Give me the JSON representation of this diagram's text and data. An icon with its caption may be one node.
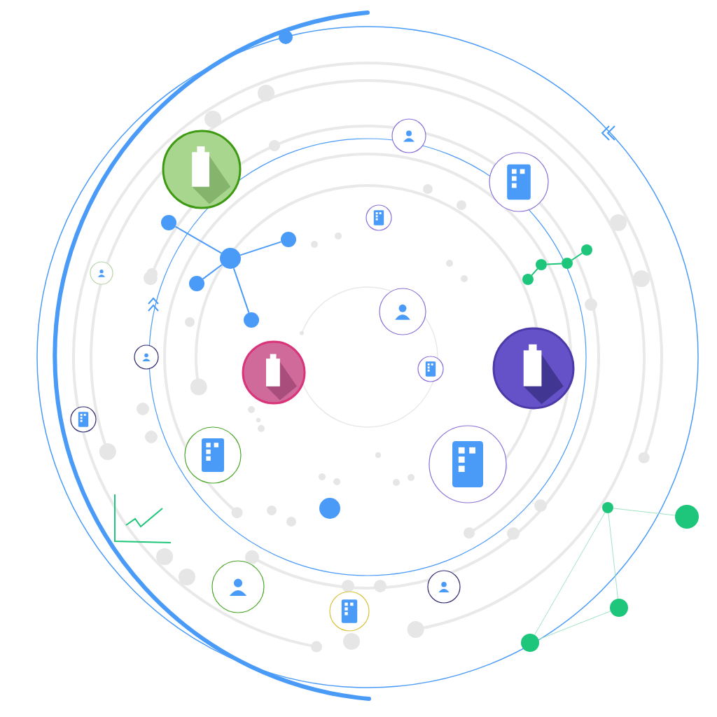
{
  "diagram": {
    "nodes": [
      {
        "text": [],
        "shape": "circle"
      },
      {
        "text": [],
        "shape": "circle"
      },
      {
        "text": [],
        "shape": "circle"
      },
      {
        "text": [],
        "shape": "circle"
      },
      {
        "text": [],
        "shape": "circle"
      },
      {
        "text": [],
        "shape": "circle"
      },
      {
        "text": [],
        "shape": "circle"
      },
      {
        "text": [],
        "shape": "circle"
      },
      {
        "text": [],
        "shape": "circle"
      },
      {
        "text": [],
        "shape": "circle"
      },
      {
        "text": [],
        "shape": "circle"
      },
      {
        "text": [],
        "shape": "circle"
      },
      {
        "text": [],
        "shape": "circle"
      }
    ],
    "edges": [
      {
        "from": 1,
        "to": 0,
        "arrow": "none",
        "color": "#4a9bf8"
      },
      {
        "from": 1,
        "to": 2,
        "arrow": "none",
        "color": "#4a9bf8"
      },
      {
        "from": 1,
        "to": 3,
        "arrow": "none",
        "color": "#4a9bf8"
      },
      {
        "from": 1,
        "to": 4,
        "arrow": "none",
        "color": "#4a9bf8"
      },
      {
        "from": 5,
        "to": 6,
        "arrow": "none",
        "color": "#1dc67a"
      },
      {
        "from": 6,
        "to": 7,
        "arrow": "none",
        "color": "#1dc67a"
      },
      {
        "from": 7,
        "to": 8,
        "arrow": "none",
        "color": "#1dc67a"
      },
      {
        "from": 9,
        "to": 10,
        "arrow": "none",
        "color": "#9fe3c4"
      },
      {
        "from": 9,
        "to": 11,
        "arrow": "none",
        "color": "#9fe3c4"
      },
      {
        "from": 9,
        "to": 12,
        "arrow": "none",
        "color": "#9fe3c4"
      },
      {
        "from": 11,
        "to": 12,
        "arrow": "none",
        "color": "#9fe3c4"
      }
    ]
  }
}
